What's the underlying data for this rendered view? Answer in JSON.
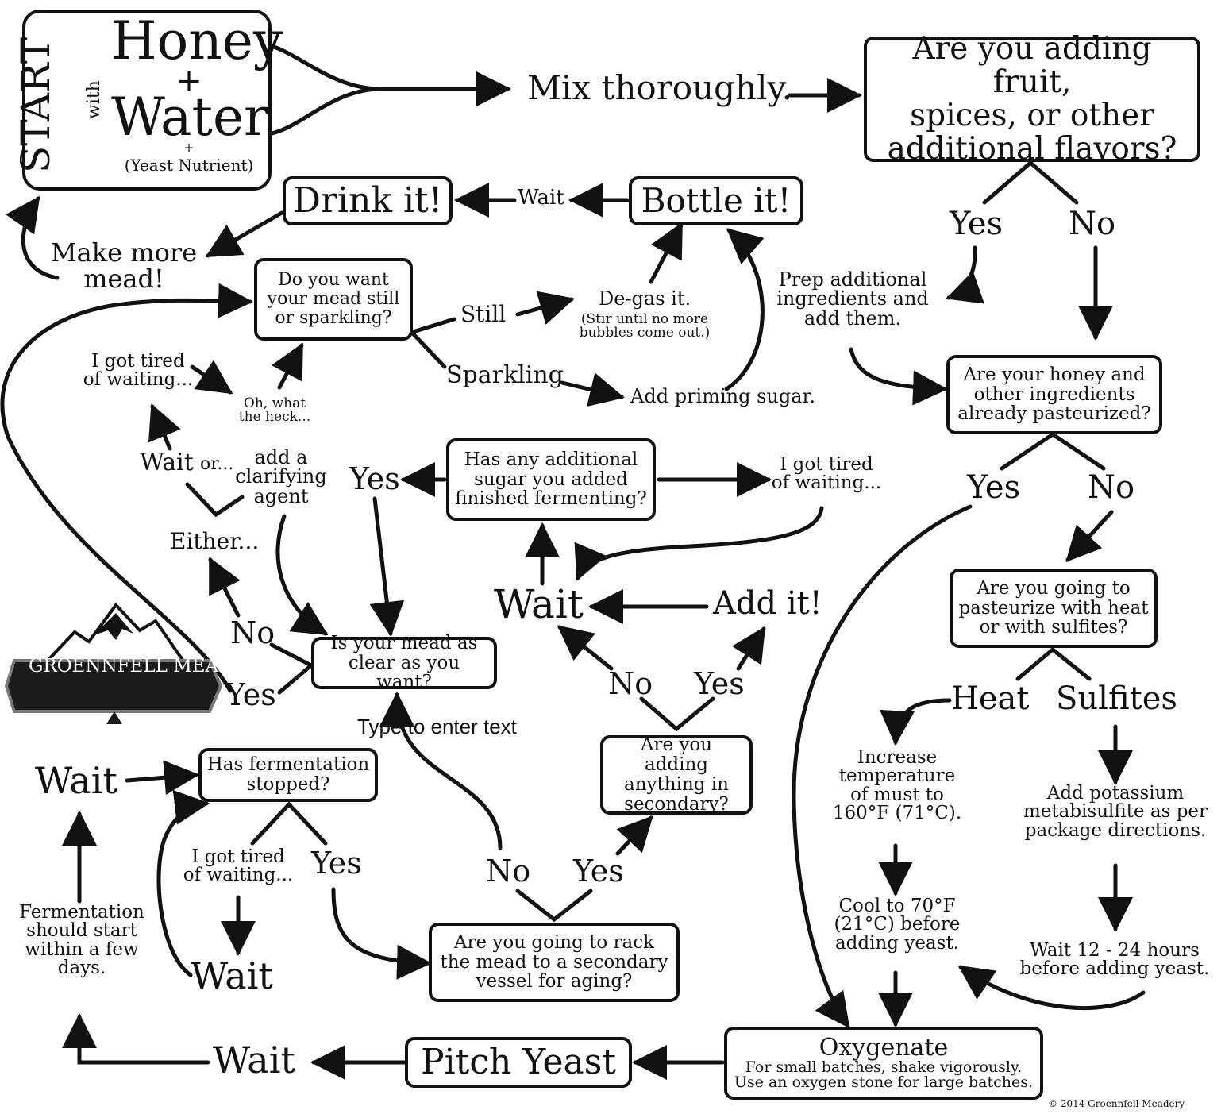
{
  "start": {
    "start_word": "START",
    "with_word": "with",
    "honey": "Honey",
    "plus_big": "+",
    "water": "Water",
    "plus_small": "+",
    "nutrient": "(Yeast Nutrient)"
  },
  "nodes": {
    "mix": "Mix thoroughly.",
    "q_flavors": "Are you adding fruit,\nspices, or other\nadditional flavors?",
    "yes_flavors": "Yes",
    "no_flavors": "No",
    "prep": "Prep additional\ningredients and\nadd them.",
    "q_pasteurized": "Are your honey and\nother ingredients\nalready pasteurized?",
    "yes_past": "Yes",
    "no_past": "No",
    "q_method": "Are you going to\npasteurize with heat\nor with sulfites?",
    "heat": "Heat",
    "sulfites": "Sulfites",
    "increase_temp": "Increase\ntemperature\nof must to\n160°F (71°C).",
    "cool": "Cool to 70°F\n(21°C) before\nadding yeast.",
    "add_potassium": "Add potassium\nmetabisulfite as per\npackage directions.",
    "wait_hours": "Wait 12 - 24 hours\nbefore adding yeast.",
    "oxygenate_title": "Oxygenate",
    "oxygenate_detail": "For small batches, shake vigorously.\nUse an oxygen stone for large batches.",
    "pitch": "Pitch Yeast",
    "wait_pitch": "Wait",
    "fermentation_start": "Fermentation\nshould start\nwithin a few\ndays.",
    "wait_left": "Wait",
    "q_fermentation": "Has fermentation\nstopped?",
    "tired_ferm": "I got tired\nof waiting...",
    "yes_ferm": "Yes",
    "wait_ferm": "Wait",
    "q_rack": "Are you going to rack\nthe mead to a secondary\nvessel for aging?",
    "no_rack": "No",
    "yes_rack": "Yes",
    "q_secondary": "Are you adding\nanything in\nsecondary?",
    "no_secondary": "No",
    "yes_secondary": "Yes",
    "add_it": "Add it!",
    "wait_mid": "Wait",
    "q_sugar": "Has any additional\nsugar you added\nfinished fermenting?",
    "yes_sugar": "Yes",
    "tired_sugar": "I got tired\nof waiting...",
    "q_clear": "Is your mead as\nclear as you want?",
    "no_clear": "No",
    "yes_clear": "Yes",
    "either": "Either...",
    "wait_either": "Wait",
    "or": "or...",
    "clarifying": "add a\nclarifying\nagent",
    "tired_clear": "I got tired\nof waiting...",
    "heck": "Oh, what\nthe heck...",
    "q_still": "Do you want\nyour mead still\nor sparkling?",
    "still": "Still",
    "sparkling": "Sparkling",
    "degas_title": "De-gas it.",
    "degas_detail": "(Stir until no more\nbubbles come out.)",
    "priming": "Add priming sugar.",
    "bottle": "Bottle it!",
    "wait_bottle": "Wait",
    "drink": "Drink it!",
    "make_more": "Make more\nmead!"
  },
  "logo": {
    "text": "GROENNFELL MEADERY"
  },
  "copyright": "© 2014 Groennfell Meadery",
  "overlay_text": "Type to enter text",
  "colors": {
    "ink": "#111111",
    "background": "#ffffff"
  }
}
